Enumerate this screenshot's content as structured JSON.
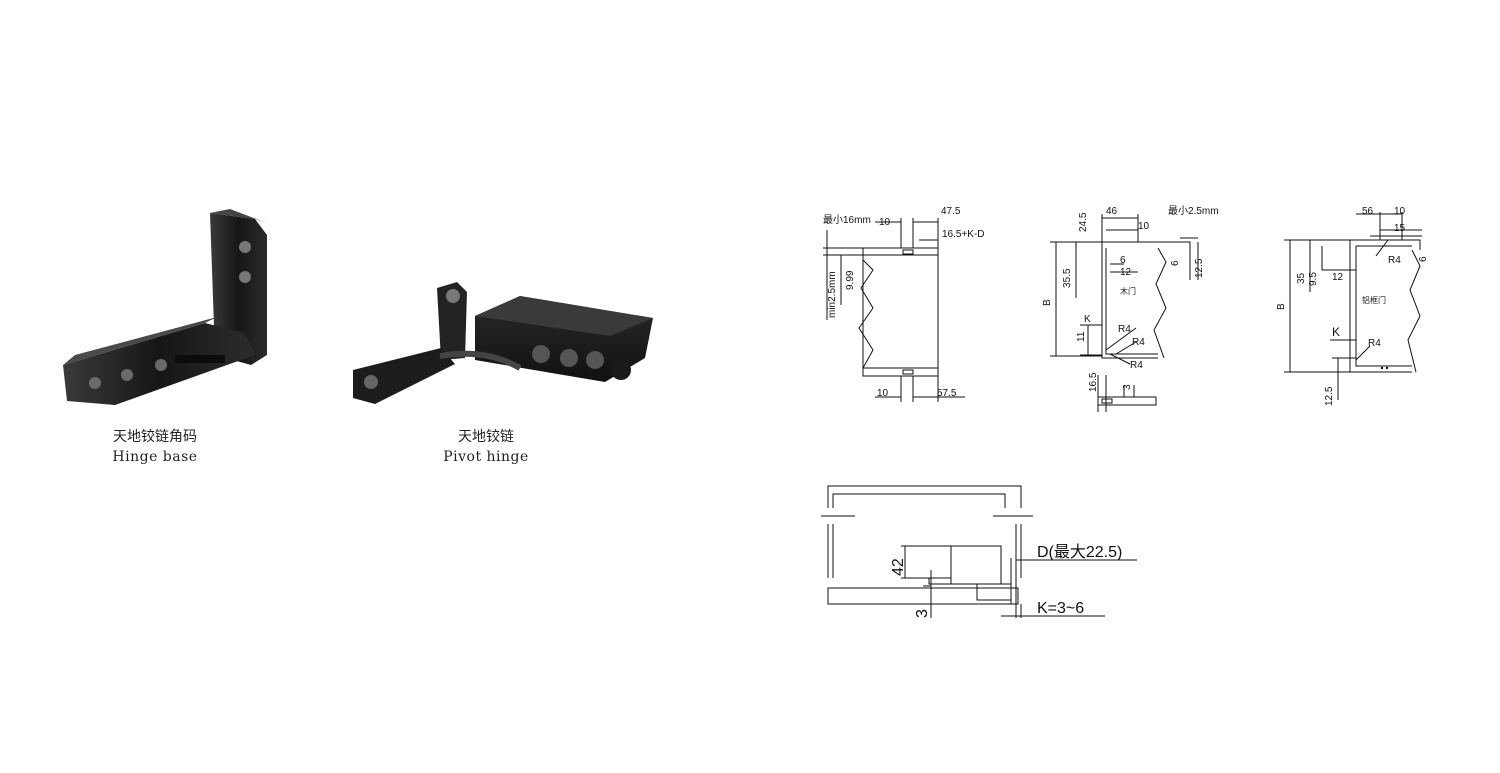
{
  "products": [
    {
      "zh": "天地铰链角码",
      "en": "Hinge base"
    },
    {
      "zh": "天地铰链",
      "en": "Pivot hinge"
    }
  ],
  "drawing1": {
    "min16": "最小16mm",
    "d10": "10",
    "d47_5": "47.5",
    "d16_5kd": "16.5+K-D",
    "min2_5": "min2.5mm",
    "d9_99": "9.99",
    "d10b": "10",
    "d57_5": "57.5"
  },
  "drawing2": {
    "d46": "46",
    "d24_5": "24.5",
    "min2_5": "最小2.5mm",
    "d10": "10",
    "d6a": "6",
    "d12": "12",
    "d6b": "6",
    "d35_5": "35.5",
    "d12_5": "12.5",
    "wood": "木门",
    "b": "B",
    "k": "K",
    "r4a": "R4",
    "d11": "11",
    "r4b": "R4",
    "r4c": "R4",
    "d16_5": "16.5",
    "d3": "3"
  },
  "drawing3": {
    "d56": "56",
    "d10": "10",
    "d15": "15",
    "d6": "6",
    "r4a": "R4",
    "d35": "35",
    "d9_5": "9.5",
    "d12": "12",
    "alu": "铝框门",
    "b": "B",
    "k": "K",
    "r4b": "R4",
    "d12_5": "12.5"
  },
  "drawing4": {
    "d42": "42",
    "d3": "3",
    "dmax": "D(最大22.5)",
    "k": "K=3~6"
  }
}
